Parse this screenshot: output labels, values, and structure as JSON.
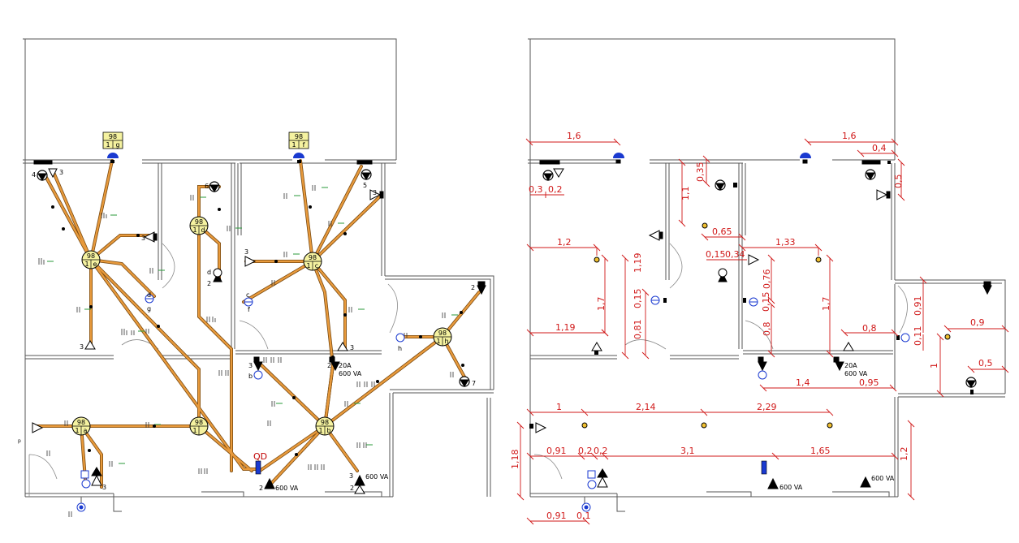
{
  "left_plan": {
    "name": "electrical-circuit-plan",
    "panel_label": "QD",
    "nodes": [
      {
        "id": "e",
        "top": "98",
        "left": "1",
        "right": "e"
      },
      {
        "id": "d",
        "top": "98",
        "left": "1",
        "right": "d"
      },
      {
        "id": "c",
        "top": "98",
        "left": "1",
        "right": "c"
      },
      {
        "id": "h",
        "top": "98",
        "left": "1",
        "right": "h"
      },
      {
        "id": "a",
        "top": "98",
        "left": "1",
        "right": "a"
      },
      {
        "id": "m",
        "top": "98",
        "left": "1",
        "right": ""
      },
      {
        "id": "b",
        "top": "98",
        "left": "1",
        "right": "b"
      }
    ],
    "tags": [
      {
        "id": "g",
        "top": "98",
        "left": "1",
        "right": "g"
      },
      {
        "id": "f",
        "top": "98",
        "left": "1",
        "right": "f"
      }
    ],
    "numbers": [
      "4",
      "3",
      "5",
      "3",
      "6",
      "3",
      "3",
      "2",
      "2",
      "7",
      "3",
      "3",
      "3",
      "2",
      "3",
      "2",
      "3",
      "2"
    ],
    "letters": [
      "d",
      "g",
      "c",
      "f",
      "d",
      "b",
      "h",
      "p"
    ],
    "loads": [
      "20A",
      "600 VA",
      "600 VA",
      "600 VA"
    ]
  },
  "right_plan": {
    "name": "dimension-plan",
    "dimensions": [
      "1,6",
      "1,6",
      "0,4",
      "0,3",
      "0,2",
      "0,35",
      "0,5",
      "1,1",
      "0,65",
      "1,2",
      "0,15",
      "0,34",
      "1,33",
      "1,19",
      "0,76",
      "0,91",
      "0,15",
      "1,7",
      "0,15",
      "1,7",
      "1,19",
      "0,81",
      "0,8",
      "0,8",
      "0,11",
      "0,9",
      "1",
      "0,5",
      "1,4",
      "0,95",
      "1",
      "2,14",
      "2,29",
      "1,18",
      "0,91",
      "0,2",
      "0,2",
      "3,1",
      "1,65",
      "1,2",
      "0,91",
      "0,1"
    ],
    "loads": [
      "20A",
      "600 VA",
      "600 VA",
      "600 VA"
    ]
  }
}
